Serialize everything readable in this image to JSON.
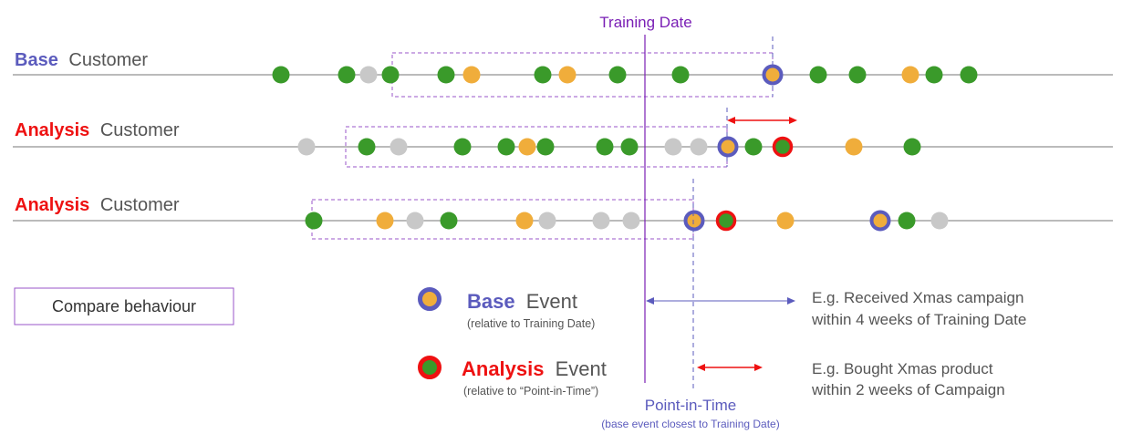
{
  "training_date_label": "Training Date",
  "rows": [
    {
      "title_bold": "Base",
      "title_rest": "Customer",
      "title_bold_color": "#5b5bbd",
      "dots": [
        [
          "green",
          308
        ],
        [
          "green",
          380
        ],
        [
          "gray",
          404
        ],
        [
          "green",
          428
        ],
        [
          "green",
          489
        ],
        [
          "orange",
          517
        ],
        [
          "green",
          595
        ],
        [
          "orange",
          622
        ],
        [
          "green",
          677
        ],
        [
          "green",
          746
        ],
        [
          "base",
          847
        ],
        [
          "green",
          897
        ],
        [
          "green",
          940
        ],
        [
          "orange",
          998
        ],
        [
          "green",
          1024
        ],
        [
          "green",
          1062
        ]
      ]
    },
    {
      "title_bold": "Analysis",
      "title_rest": "Customer",
      "title_bold_color": "#ee1111",
      "dots": [
        [
          "gray",
          336
        ],
        [
          "green",
          402
        ],
        [
          "gray",
          437
        ],
        [
          "green",
          507
        ],
        [
          "green",
          555
        ],
        [
          "orange",
          578
        ],
        [
          "green",
          598
        ],
        [
          "green",
          663
        ],
        [
          "green",
          690
        ],
        [
          "gray",
          738
        ],
        [
          "gray",
          766
        ],
        [
          "base",
          798
        ],
        [
          "green",
          826
        ],
        [
          "analysis",
          858
        ],
        [
          "orange",
          936
        ],
        [
          "green",
          1000
        ]
      ]
    },
    {
      "title_bold": "Analysis",
      "title_rest": "Customer",
      "title_bold_color": "#ee1111",
      "dots": [
        [
          "green",
          344
        ],
        [
          "orange",
          422
        ],
        [
          "gray",
          455
        ],
        [
          "green",
          492
        ],
        [
          "orange",
          575
        ],
        [
          "gray",
          600
        ],
        [
          "gray",
          659
        ],
        [
          "gray",
          692
        ],
        [
          "base",
          761
        ],
        [
          "analysis",
          796
        ],
        [
          "orange",
          861
        ],
        [
          "base",
          965
        ],
        [
          "green",
          994
        ],
        [
          "gray",
          1030
        ]
      ]
    }
  ],
  "compare_label": "Compare behaviour",
  "legend": {
    "base_bold": "Base",
    "base_rest": "Event",
    "base_note": "(relative to Training Date)",
    "base_example": [
      "E.g. Received Xmas campaign",
      "within 4 weeks of Training Date"
    ],
    "analysis_bold": "Analysis",
    "analysis_rest": "Event",
    "analysis_note": "(relative to “Point-in-Time”)",
    "analysis_example": [
      "E.g. Bought Xmas product",
      "within 2 weeks of Campaign"
    ]
  },
  "point_in_time_label": "Point-in-Time",
  "point_in_time_note": "(base event closest to Training Date)",
  "colors": {
    "green": "#3a9a2a",
    "orange": "#f0ad3b",
    "gray": "#c8c8c8",
    "base_ring": "#5b5bbd",
    "analysis_ring": "#ee1111",
    "purple": "#7a1fb5",
    "blue_text": "#5b5bbd",
    "red": "#ee1111",
    "text": "#555555",
    "axis": "#777777"
  }
}
